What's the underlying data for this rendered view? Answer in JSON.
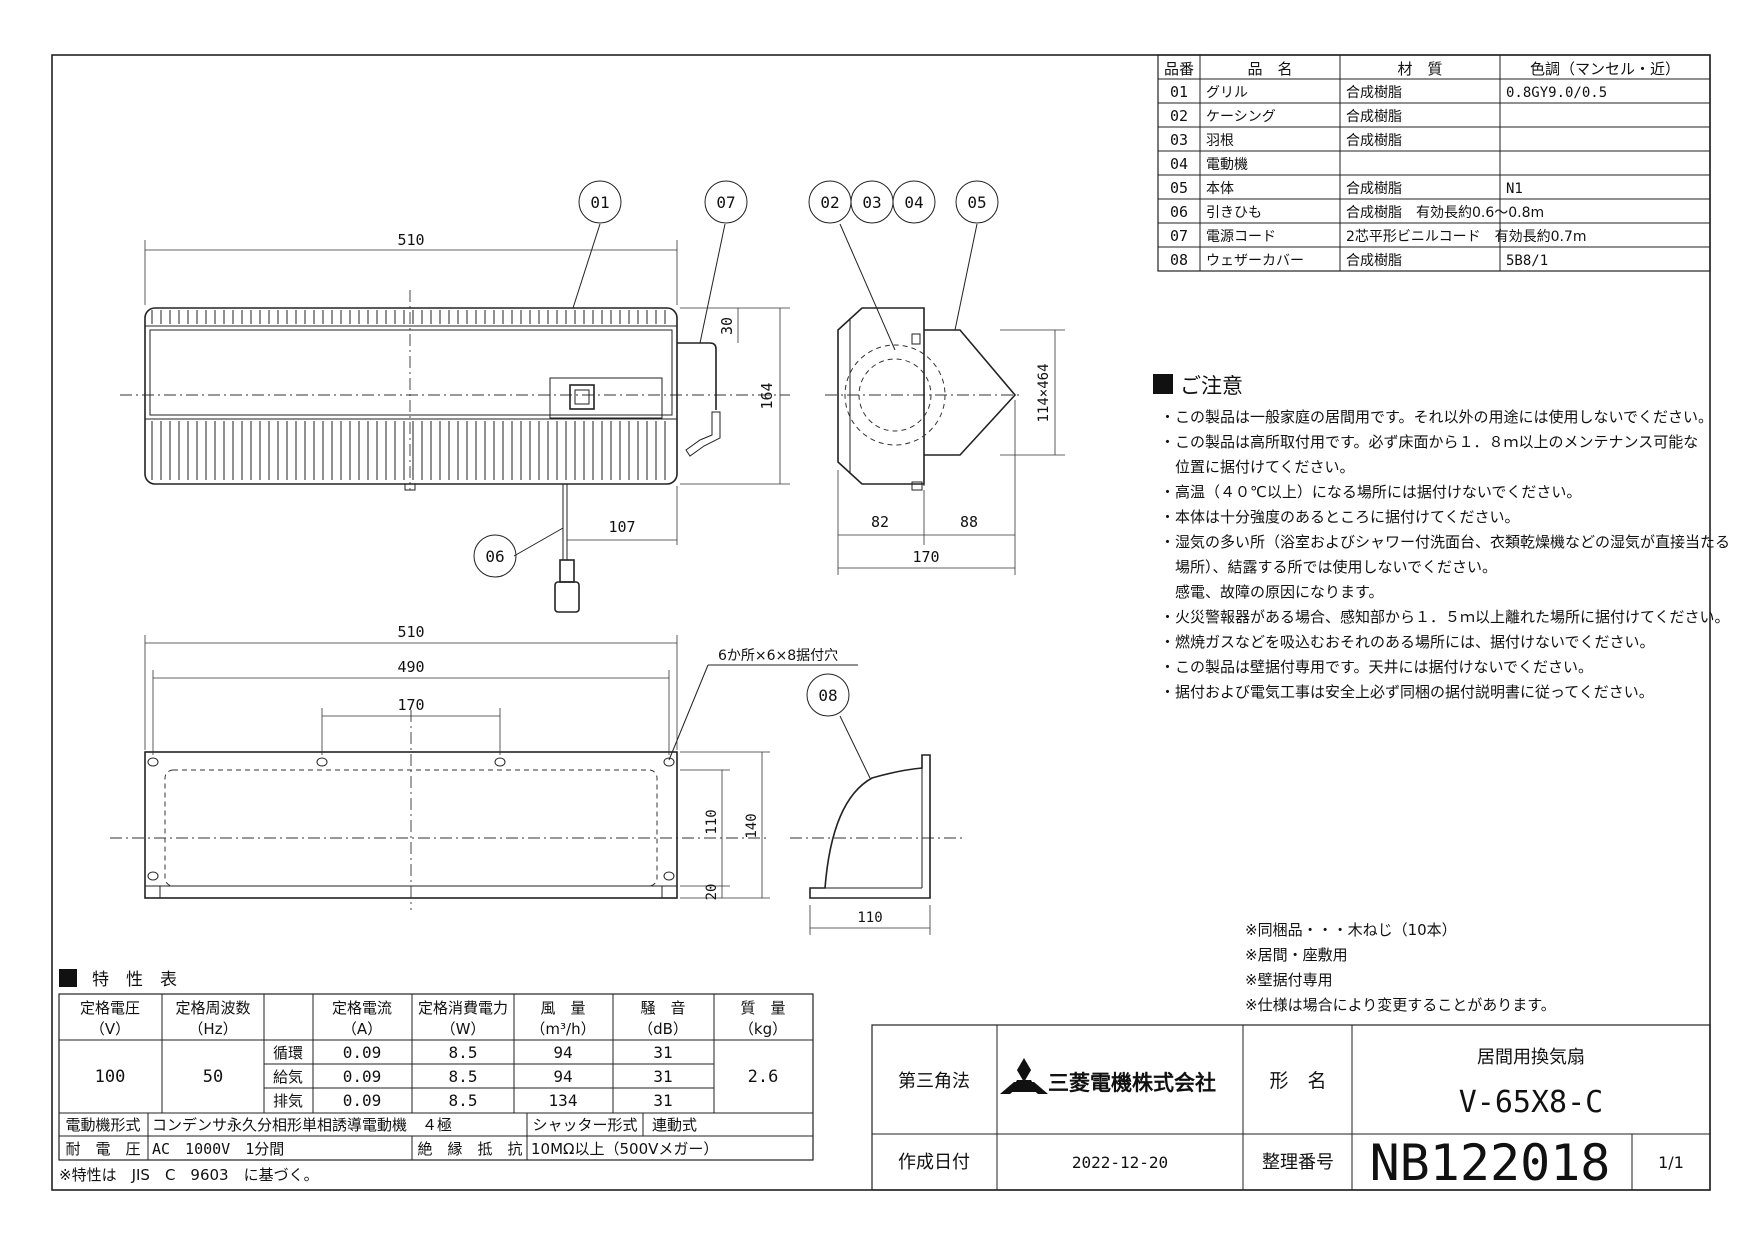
{
  "parts_table": {
    "headers": [
      "品番",
      "品　名",
      "材　質",
      "色調（マンセル・近）"
    ],
    "rows": [
      [
        "01",
        "グリル",
        "合成樹脂",
        "0.8GY9.0/0.5"
      ],
      [
        "02",
        "ケーシング",
        "合成樹脂",
        ""
      ],
      [
        "03",
        "羽根",
        "合成樹脂",
        ""
      ],
      [
        "04",
        "電動機",
        "",
        ""
      ],
      [
        "05",
        "本体",
        "合成樹脂",
        "N1"
      ],
      [
        "06",
        "引きひも",
        "合成樹脂　有効長約0.6～0.8m",
        ""
      ],
      [
        "07",
        "電源コード",
        "2芯平形ビニルコード　有効長約0.7m",
        ""
      ],
      [
        "08",
        "ウェザーカバー",
        "合成樹脂",
        "5B8/1"
      ]
    ]
  },
  "callouts": [
    "01",
    "07",
    "02",
    "03",
    "04",
    "05",
    "06",
    "08"
  ],
  "dimensions": {
    "front_width": "510",
    "front_height": "164",
    "front_top": "30",
    "front_cord": "107",
    "side_height": "114×464",
    "side_left": "82",
    "side_right": "88",
    "side_total": "170",
    "back_width": "510",
    "back_holes": "490",
    "back_center": "170",
    "back_note": "6か所×6×8据付穴",
    "back_height_inner": "110",
    "back_height_outer": "140",
    "back_bottom": "20",
    "cover_width": "110"
  },
  "caution": {
    "title": "ご注意",
    "lines": [
      "・この製品は一般家庭の居間用です。それ以外の用途には使用しないでください。",
      "・この製品は高所取付用です。必ず床面から１．８ｍ以上のメンテナンス可能な",
      "　位置に据付けてください。",
      "・高温（４０℃以上）になる場所には据付けないでください。",
      "・本体は十分強度のあるところに据付けてください。",
      "・湿気の多い所（浴室およびシャワー付洗面台、衣類乾燥機などの湿気が直接当たる",
      "　場所）、結露する所では使用しないでください。",
      "　感電、故障の原因になります。",
      "・火災警報器がある場合、感知部から１．５ｍ以上離れた場所に据付けてください。",
      "・燃焼ガスなどを吸込むおそれのある場所には、据付けないでください。",
      "・この製品は壁据付専用です。天井には据付けないでください。",
      "・据付および電気工事は安全上必ず同梱の据付説明書に従ってください。"
    ]
  },
  "notes": [
    "※同梱品・・・木ねじ（10本）",
    "※居間・座敷用",
    "※壁据付専用",
    "※仕様は場合により変更することがあります。"
  ],
  "spec": {
    "title": "特　性　表",
    "headers": [
      "定格電圧\n（V）",
      "定格周波数\n（Hz）",
      "",
      "定格電流\n（A）",
      "定格消費電力\n（W）",
      "風　量\n（m³/h）",
      "騒　音\n（dB）",
      "質　量\n（kg）"
    ],
    "voltage": "100",
    "frequency": "50",
    "mass": "2.6",
    "modes": [
      {
        "mode": "循環",
        "current": "0.09",
        "power": "8.5",
        "flow": "94",
        "noise": "31"
      },
      {
        "mode": "給気",
        "current": "0.09",
        "power": "8.5",
        "flow": "94",
        "noise": "31"
      },
      {
        "mode": "排気",
        "current": "0.09",
        "power": "8.5",
        "flow": "134",
        "noise": "31"
      }
    ],
    "motor_label": "電動機形式",
    "motor_value": "コンデンサ永久分相形単相誘導電動機　４極",
    "shutter_label": "シャッター形式",
    "shutter_value": "連動式",
    "withstand_label": "耐　電　圧",
    "withstand_value": "AC　1000V　1分間",
    "insulation_label": "絶　縁　抵　抗",
    "insulation_value": "10MΩ以上（500Vメガー）",
    "footnote": "※特性は　JIS　C　9603　に基づく。"
  },
  "title_block": {
    "projection": "第三角法",
    "company": "三菱電機株式会社",
    "name_label": "形　名",
    "product_type": "居間用換気扇",
    "model": "V-65X8-C",
    "date_label": "作成日付",
    "date": "2022-12-20",
    "number_label": "整理番号",
    "number": "NB122018",
    "sheet": "1/1"
  }
}
